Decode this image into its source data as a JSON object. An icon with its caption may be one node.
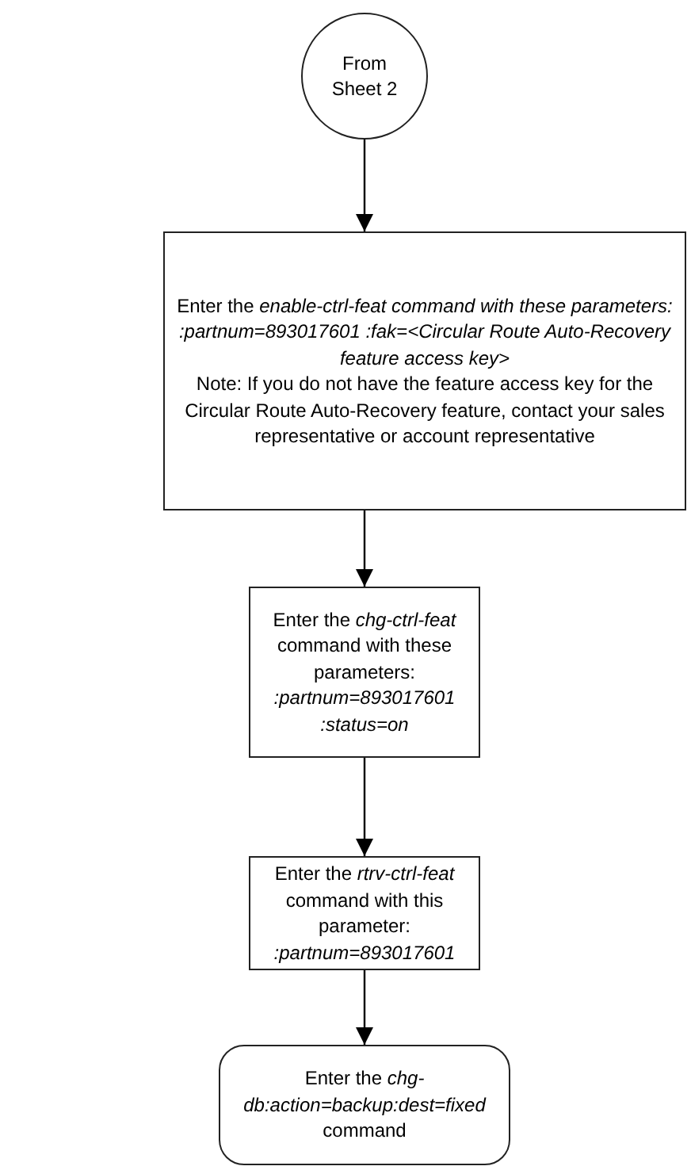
{
  "diagram": {
    "nodes": [
      {
        "text": [
          "From Sheet 2"
        ]
      },
      {
        "text": [
          "Enter the *enable-ctrl-feat command with these parameters: :partnum=893017601 :fak=<Circular Route Auto-Recovery feature access key>*",
          "Note: If you do not have the feature access key for the Circular Route Auto-Recovery feature, contact your sales representative or account representative"
        ]
      },
      {
        "text": [
          "Enter the *chg-ctrl-feat* command with these parameters: *:partnum=893017601 :status=on*"
        ]
      },
      {
        "text": [
          "Enter the *rtrv-ctrl-feat* command with this parameter: *:partnum=893017601*"
        ]
      },
      {
        "text": [
          "Enter the *chg-db:action=backup:dest=fixed* command"
        ]
      }
    ],
    "edges": [
      {
        "from": 0,
        "to": 1,
        "arrow": "to"
      },
      {
        "from": 1,
        "to": 2,
        "arrow": "to"
      },
      {
        "from": 2,
        "to": 3,
        "arrow": "to"
      },
      {
        "from": 3,
        "to": 4,
        "arrow": "to"
      }
    ]
  }
}
